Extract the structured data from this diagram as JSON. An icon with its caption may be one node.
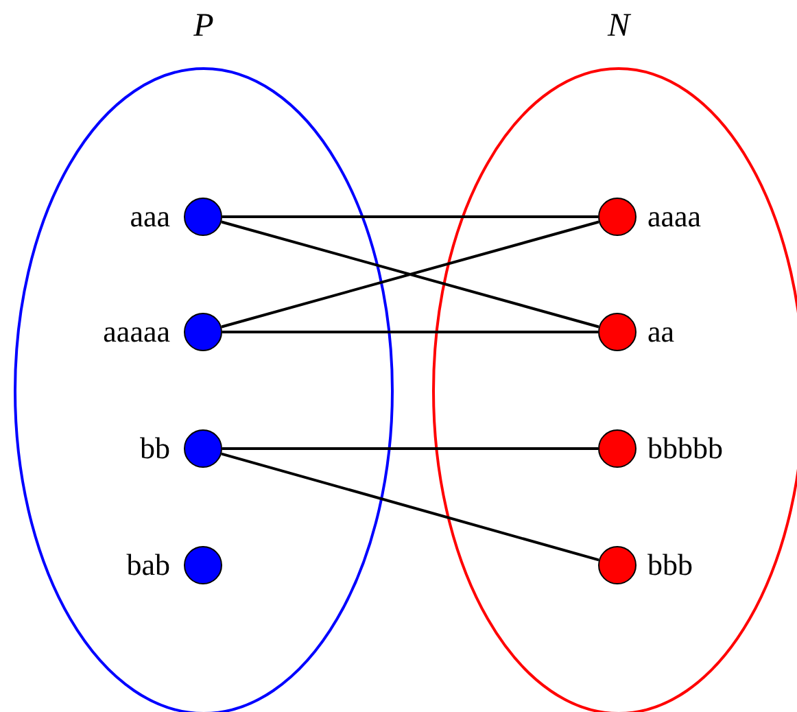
{
  "diagram": {
    "nodes": [
      {
        "text": [
          "P"
        ]
      },
      {
        "text": [],
        "shape": "circle",
        "beside": [
          "aaa"
        ],
        "in": 0
      },
      {
        "text": [],
        "shape": "circle",
        "beside": [
          "aaaaa"
        ],
        "in": 0
      },
      {
        "text": [],
        "shape": "circle",
        "beside": [
          "bb"
        ],
        "in": 0
      },
      {
        "text": [],
        "shape": "circle",
        "beside": [
          "bab"
        ],
        "in": 0
      },
      {
        "text": [
          "N"
        ]
      },
      {
        "text": [],
        "shape": "circle",
        "beside": [
          "aaaa"
        ],
        "in": 5
      },
      {
        "text": [],
        "shape": "circle",
        "beside": [
          "aa"
        ],
        "in": 5
      },
      {
        "text": [],
        "shape": "circle",
        "beside": [
          "bbbbb"
        ],
        "in": 5
      },
      {
        "text": [],
        "shape": "circle",
        "beside": [
          "bbb"
        ],
        "in": 5
      }
    ],
    "edges": [
      {
        "from": 1,
        "to": 6,
        "arrow": "none"
      },
      {
        "from": 1,
        "to": 7,
        "arrow": "none"
      },
      {
        "from": 2,
        "to": 6,
        "arrow": "none"
      },
      {
        "from": 2,
        "to": 7,
        "arrow": "none"
      },
      {
        "from": 3,
        "to": 8,
        "arrow": "none"
      },
      {
        "from": 3,
        "to": 9,
        "arrow": "none"
      }
    ]
  }
}
